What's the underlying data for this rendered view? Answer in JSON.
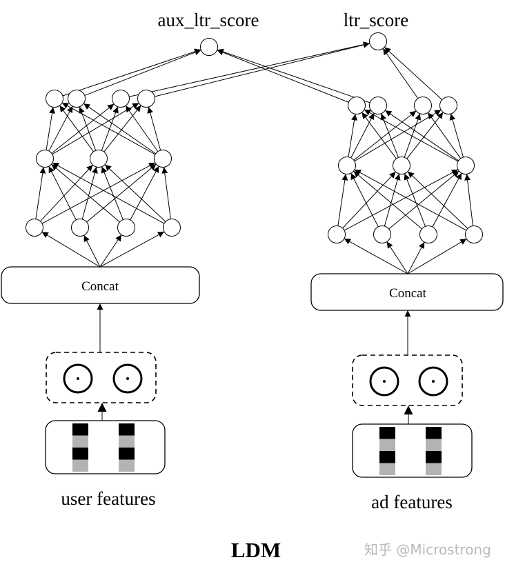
{
  "title": "LDM",
  "watermark": "知乎 @Microstrong",
  "outputs": {
    "aux": "aux_ltr_score",
    "main": "ltr_score"
  },
  "towers": [
    {
      "id": "user",
      "concat_label": "Concat",
      "feature_label": "user features",
      "layers": [
        4,
        3,
        4
      ],
      "embedding_count": 2,
      "feature_columns": 2
    },
    {
      "id": "ad",
      "concat_label": "Concat",
      "feature_label": "ad features",
      "layers": [
        4,
        3,
        4
      ],
      "embedding_count": 2,
      "feature_columns": 2
    }
  ],
  "feature_cell_colors": [
    "#000000",
    "#b3b3b3",
    "#000000",
    "#b3b3b3"
  ],
  "connections": {
    "user_top_to_aux": [
      0,
      1
    ],
    "user_top_to_ltr": [
      2,
      3
    ],
    "ad_top_to_aux": [
      0,
      1
    ],
    "ad_top_to_ltr": [
      2,
      3
    ]
  }
}
